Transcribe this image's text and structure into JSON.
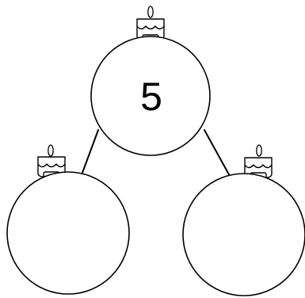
{
  "ornaments": [
    {
      "role": "top",
      "value": "5"
    },
    {
      "role": "bottom-left",
      "value": ""
    },
    {
      "role": "bottom-right",
      "value": ""
    }
  ],
  "colors": {
    "stroke": "#000000",
    "fill": "#ffffff"
  }
}
